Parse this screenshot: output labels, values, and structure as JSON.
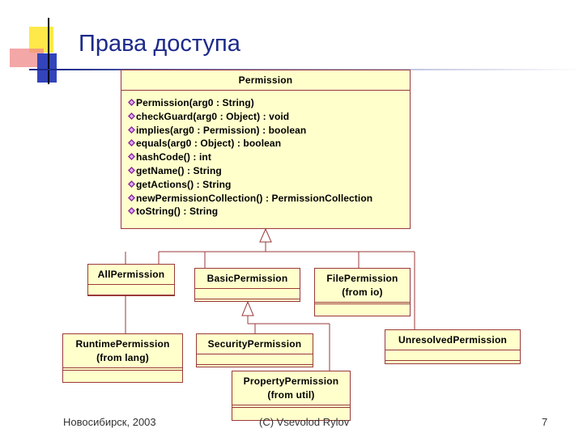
{
  "slide": {
    "title": "Права доступа",
    "footer_left": "Новосибирск, 2003",
    "footer_center": "(C) Vsevolod Rylov",
    "page_number": "7"
  },
  "diagram": {
    "permission": {
      "name": "Permission",
      "operations": [
        "Permission(arg0 : String)",
        "checkGuard(arg0 : Object) : void",
        "implies(arg0 : Permission) : boolean",
        "equals(arg0 : Object) : boolean",
        "hashCode() : int",
        "getName() : String",
        "getActions() : String",
        "newPermissionCollection() : PermissionCollection",
        "toString() : String"
      ]
    },
    "all_permission": {
      "name": "AllPermission"
    },
    "basic_permission": {
      "name": "BasicPermission"
    },
    "file_permission": {
      "name": "FilePermission",
      "package": "(from io)"
    },
    "runtime_permission": {
      "name": "RuntimePermission",
      "package": "(from lang)"
    },
    "security_permission": {
      "name": "SecurityPermission"
    },
    "unresolved_permission": {
      "name": "UnresolvedPermission"
    },
    "property_permission": {
      "name": "PropertyPermission",
      "package": "(from util)"
    }
  },
  "colors": {
    "class_fill": "#ffffcc",
    "class_border": "#9a3a3a",
    "title": "#1c2a8a",
    "operation_icon": "#8a2a9a"
  }
}
